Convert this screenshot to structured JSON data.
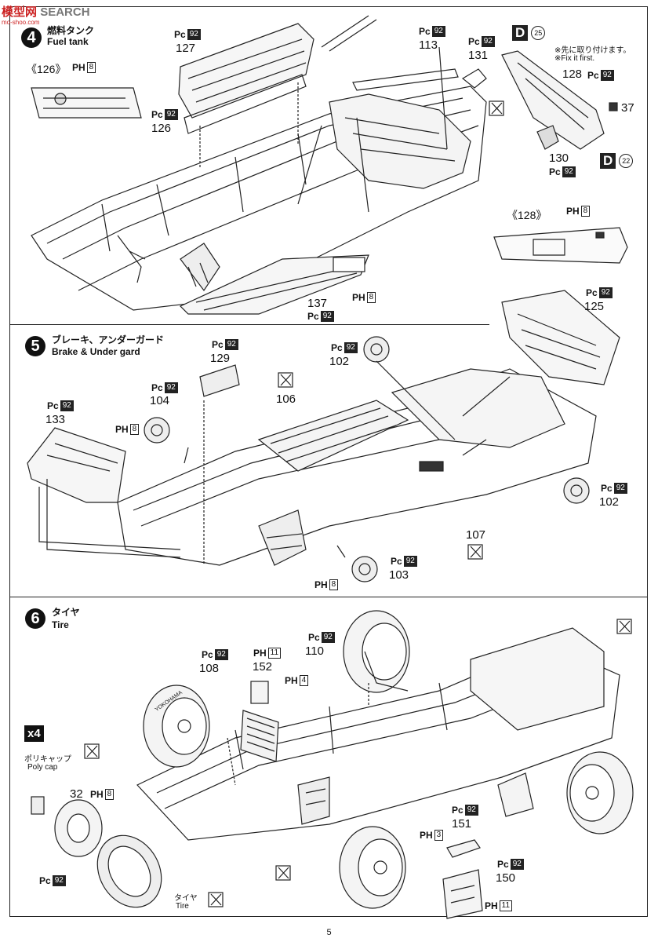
{
  "watermark": {
    "brand": "模型网",
    "search": "SEARCH",
    "url": "mo-shoo.com"
  },
  "steps": [
    {
      "number": "4",
      "title_jp": "燃料タンク",
      "title_en": "Fuel tank"
    },
    {
      "number": "5",
      "title_jp": "ブレーキ、アンダーガード",
      "title_en": "Brake & Under gard"
    },
    {
      "number": "6",
      "title_jp": "タイヤ",
      "title_en": "Tire"
    }
  ],
  "codes": {
    "pc": "Pc",
    "ph": "PH",
    "pc_val": "92",
    "ph8": "8",
    "ph4": "4",
    "ph3": "3",
    "ph11": "11"
  },
  "step4": {
    "ref126": "《126》",
    "ref128": "《128》",
    "parts": {
      "p127": "127",
      "p126": "126",
      "p113": "113",
      "p131": "131",
      "p128": "128",
      "p37": "37",
      "p130": "130",
      "p137": "137"
    },
    "d25": {
      "letter": "D",
      "num": "25"
    },
    "d22": {
      "letter": "D",
      "num": "22"
    },
    "note_jp": "※先に取り付けます。",
    "note_en": "※Fix it first."
  },
  "step5": {
    "parts": {
      "p129": "129",
      "p102a": "102",
      "p125": "125",
      "p104": "104",
      "p106": "106",
      "p133": "133",
      "p102b": "102",
      "p107": "107",
      "p103": "103"
    }
  },
  "step6": {
    "multiplier": "x4",
    "polycap_jp": "ポリキャップ",
    "polycap_en": "Poly cap",
    "tire_jp": "タイヤ",
    "tire_en": "Tire",
    "parts": {
      "p108": "108",
      "p152": "152",
      "p110": "110",
      "p32": "32",
      "p151": "151",
      "p150": "150"
    },
    "tire_brand": "YOKOHAMA"
  },
  "page_number": "5"
}
